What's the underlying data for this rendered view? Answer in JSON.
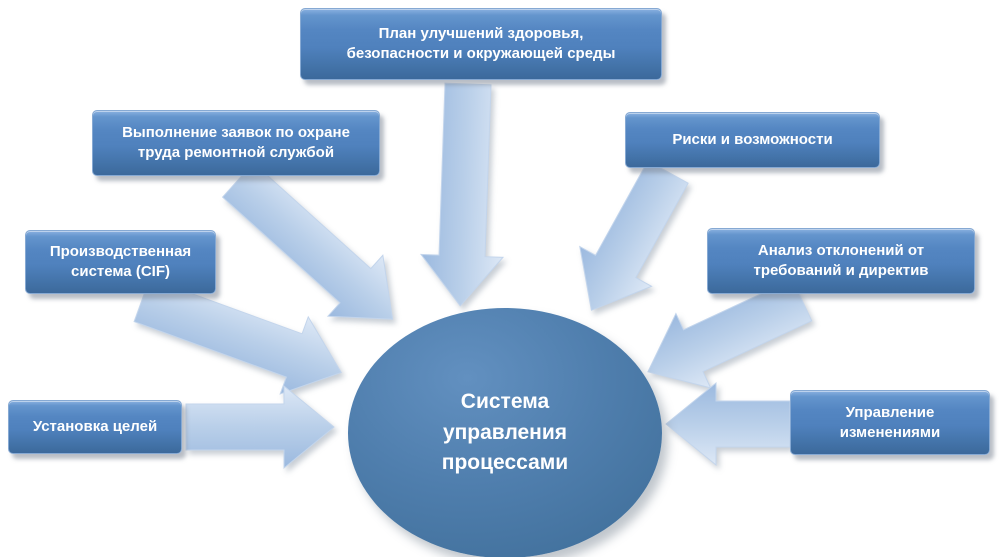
{
  "diagram": {
    "center_label": "Система\nуправления\nпроцессами",
    "nodes": [
      {
        "id": "health-safety-plan",
        "label": "План улучшений здоровья,\nбезопасности и окружающей среды"
      },
      {
        "id": "maintenance-safety-requests",
        "label": "Выполнение заявок по охране\nтруда ремонтной службой"
      },
      {
        "id": "production-system",
        "label": "Производственная\nсистема (CIF)"
      },
      {
        "id": "goal-setting",
        "label": "Установка целей"
      },
      {
        "id": "risks-opportunities",
        "label": "Риски и возможности"
      },
      {
        "id": "deviation-analysis",
        "label": "Анализ отклонений от\nтребований и директив"
      },
      {
        "id": "change-management",
        "label": "Управление\nизменениями"
      }
    ],
    "colors": {
      "box_blue": "#4f81bd",
      "box_blue_dark": "#3c699b",
      "arrow_blue": "#b7cde9",
      "arrow_blue_light": "#dae6f4",
      "ellipse_blue": "#44739f",
      "text": "#ffffff",
      "background": "#ffffff"
    }
  }
}
